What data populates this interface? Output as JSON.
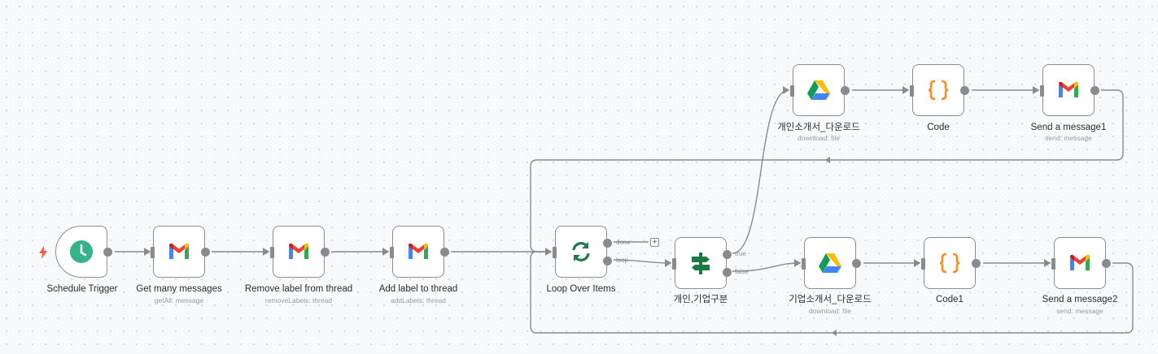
{
  "workflow": {
    "nodes": [
      {
        "id": "schedule",
        "name": "Schedule Trigger",
        "subtitle": "",
        "icon": "clock-icon"
      },
      {
        "id": "get_messages",
        "name": "Get many messages",
        "subtitle": "getAll: message",
        "icon": "gmail-icon"
      },
      {
        "id": "remove_label",
        "name": "Remove label from thread",
        "subtitle": "removeLabels: thread",
        "icon": "gmail-icon"
      },
      {
        "id": "add_label",
        "name": "Add label to thread",
        "subtitle": "addLabels: thread",
        "icon": "gmail-icon"
      },
      {
        "id": "loop",
        "name": "Loop Over Items",
        "subtitle": "",
        "icon": "loop-icon"
      },
      {
        "id": "if",
        "name": "개인,기업구분",
        "subtitle": "",
        "icon": "signpost-icon"
      },
      {
        "id": "drive_personal",
        "name": "개인소개서_다운로드",
        "subtitle": "download: file",
        "icon": "google-drive-icon"
      },
      {
        "id": "code",
        "name": "Code",
        "subtitle": "",
        "icon": "code-braces-icon"
      },
      {
        "id": "send1",
        "name": "Send a message1",
        "subtitle": "send: message",
        "icon": "gmail-icon"
      },
      {
        "id": "drive_company",
        "name": "기업소개서_다운로드",
        "subtitle": "download: file",
        "icon": "google-drive-icon"
      },
      {
        "id": "code1",
        "name": "Code1",
        "subtitle": "",
        "icon": "code-braces-icon"
      },
      {
        "id": "send2",
        "name": "Send a message2",
        "subtitle": "send: message",
        "icon": "gmail-icon"
      }
    ],
    "branches": {
      "done": "done",
      "loop": "loop",
      "true": "true",
      "false": "false"
    },
    "plus_symbol": "+"
  },
  "colors": {
    "node_border": "#8c8c92",
    "edge": "#8a8a8f",
    "canvas": "#f8f9fb",
    "clock_green": "#35b48a",
    "loop_green": "#1f7a4d",
    "if_green": "#1a7a45",
    "code_orange": "#ff8a1f",
    "trigger_bolt": "#ff5a48"
  }
}
